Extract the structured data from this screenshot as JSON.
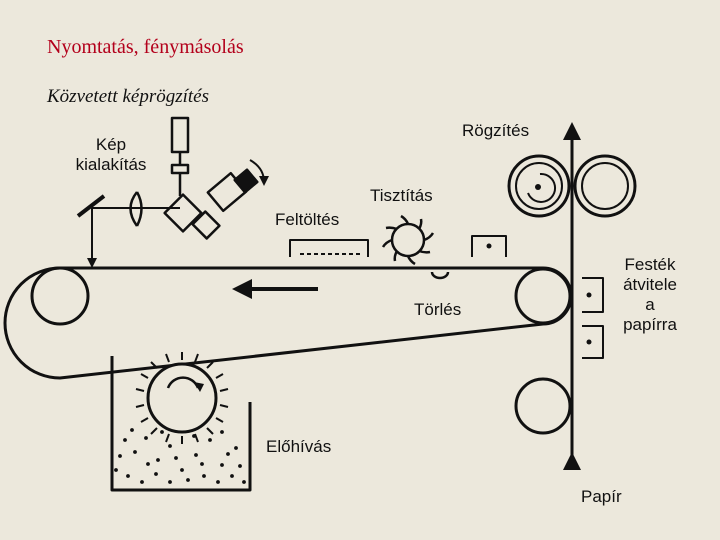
{
  "slide": {
    "title": "Nyomtatás, fénymásolás",
    "subtitle": "Közvetett képrögzítés"
  },
  "labels": {
    "kep_kialakitas_line1": "Kép",
    "kep_kialakitas_line2": "kialakítás",
    "rogzites": "Rögzítés",
    "tisztitas": "Tisztítás",
    "feltoltes": "Feltöltés",
    "torles": "Törlés",
    "festek_line1": "Festék",
    "festek_line2": "átvitele",
    "festek_line3": "a",
    "festek_line4": "papírra",
    "elohivas": "Előhívás",
    "papir": "Papír"
  },
  "colors": {
    "background": "#ece8dc",
    "title": "#b3001b",
    "ink": "#111111"
  }
}
